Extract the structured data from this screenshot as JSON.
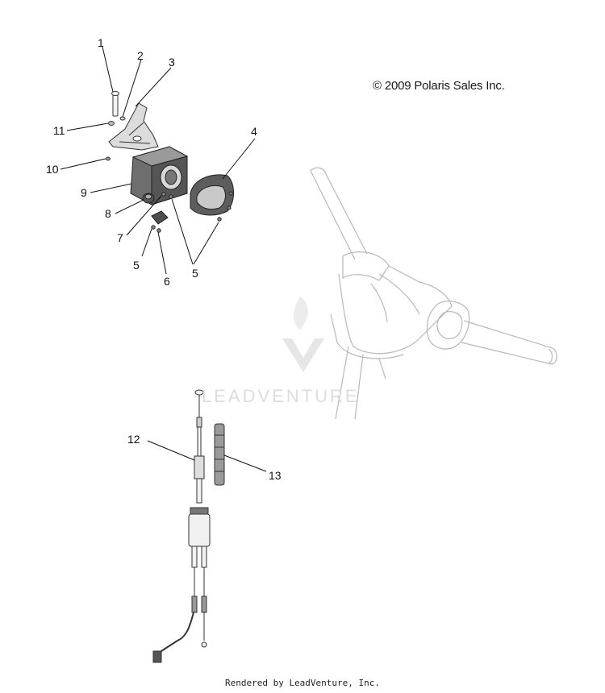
{
  "copyright": "© 2009 Polaris Sales Inc.",
  "watermark": {
    "brand": "LEADVENTURE",
    "logo_icon": "flame-v-logo-icon"
  },
  "footer": "Rendered by LeadVenture, Inc.",
  "callouts": {
    "c1": "1",
    "c2": "2",
    "c3": "3",
    "c4": "4",
    "c5a": "5",
    "c5b": "5",
    "c6": "6",
    "c7": "7",
    "c8": "8",
    "c9": "9",
    "c10": "10",
    "c11": "11",
    "c12": "12",
    "c13": "13"
  }
}
